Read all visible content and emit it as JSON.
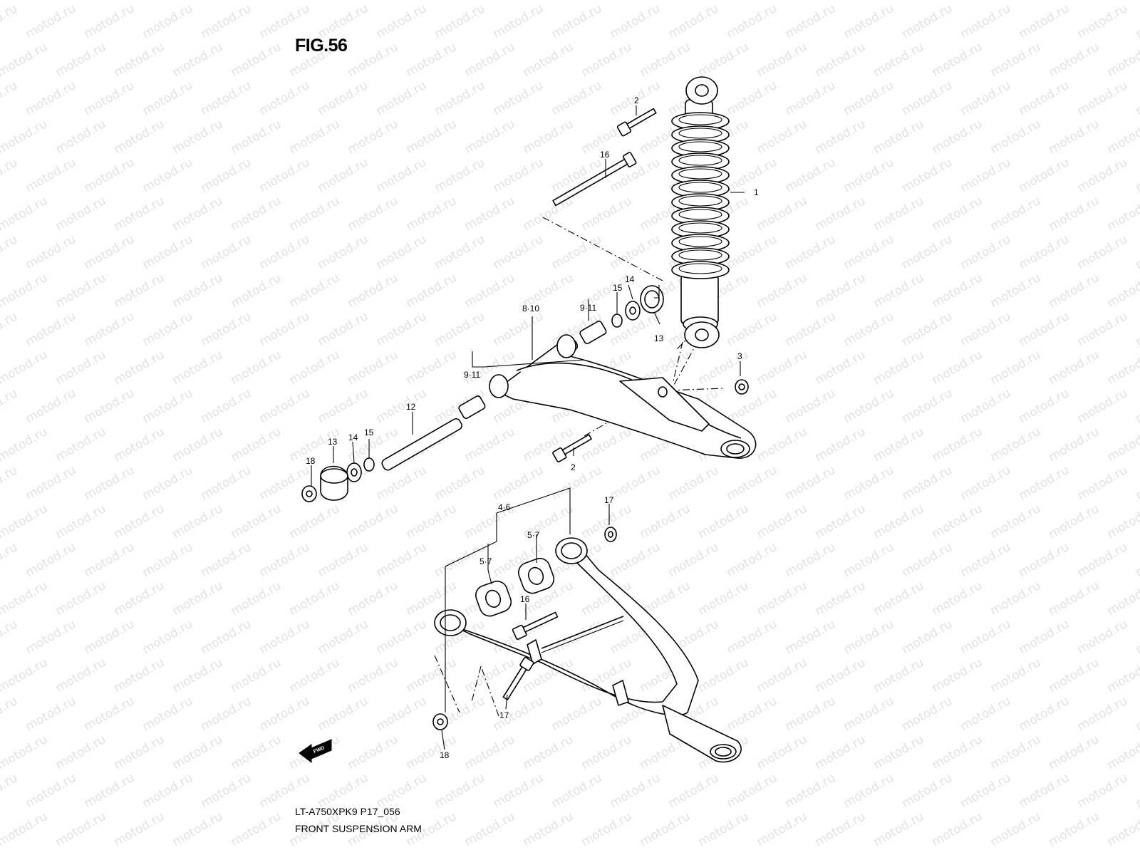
{
  "figure": {
    "title": "FIG.56",
    "model_code": "LT-A750XPK9 P17_056",
    "caption": "FRONT SUSPENSION ARM",
    "watermark": "motod.ru",
    "fwd_label": "FWD"
  },
  "callouts": [
    "1",
    "2",
    "2",
    "3",
    "4·6",
    "5·7",
    "5·7",
    "8·10",
    "9·11",
    "9·11",
    "12",
    "13",
    "13",
    "14",
    "14",
    "15",
    "15",
    "16",
    "16",
    "17",
    "17",
    "18",
    "18"
  ],
  "colors": {
    "line": "#000000",
    "background": "#ffffff",
    "watermark": "#e2e2e2"
  }
}
